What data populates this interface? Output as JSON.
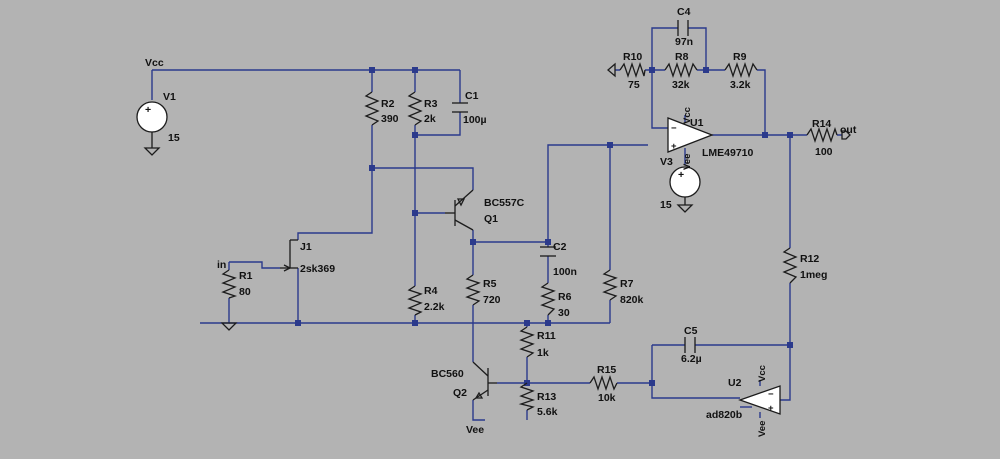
{
  "components": {
    "V1": {
      "name": "V1",
      "value": "15"
    },
    "V3": {
      "name": "V3",
      "value": "15"
    },
    "R1": {
      "name": "R1",
      "value": "80"
    },
    "R2": {
      "name": "R2",
      "value": "390"
    },
    "R3": {
      "name": "R3",
      "value": "2k"
    },
    "C1": {
      "name": "C1",
      "value": "100µ"
    },
    "J1": {
      "name": "J1",
      "value": "2sk369"
    },
    "Q1": {
      "name": "Q1",
      "model": "BC557C"
    },
    "Q2": {
      "name": "Q2",
      "model": "BC560"
    },
    "R4": {
      "name": "R4",
      "value": "2.2k"
    },
    "R5": {
      "name": "R5",
      "value": "720"
    },
    "C2": {
      "name": "C2",
      "value": "100n"
    },
    "R6": {
      "name": "R6",
      "value": "30"
    },
    "R7": {
      "name": "R7",
      "value": "820k"
    },
    "R8": {
      "name": "R8",
      "value": "32k"
    },
    "R9": {
      "name": "R9",
      "value": "3.2k"
    },
    "R10": {
      "name": "R10",
      "value": "75"
    },
    "C4": {
      "name": "C4",
      "value": "97n"
    },
    "U1": {
      "name": "U1",
      "model": "LME49710"
    },
    "R14": {
      "name": "R14",
      "value": "100"
    },
    "R12": {
      "name": "R12",
      "value": "1meg"
    },
    "C5": {
      "name": "C5",
      "value": "6.2µ"
    },
    "U2": {
      "name": "U2",
      "model": "ad820b"
    },
    "R11": {
      "name": "R11",
      "value": "1k"
    },
    "R13": {
      "name": "R13",
      "value": "5.6k"
    },
    "R15": {
      "name": "R15",
      "value": "10k"
    }
  },
  "net_labels": {
    "vcc_main": "Vcc",
    "in": "in",
    "out": "out",
    "vcc_u1": "Vcc",
    "vee_u1": "Vee",
    "vcc_u2": "Vcc",
    "vee_u2": "Vee",
    "vee_q2": "Vee"
  },
  "colors": {
    "background": "#b3b3b3",
    "wire": "#2b3a8c",
    "component": "#1c1c1c"
  }
}
